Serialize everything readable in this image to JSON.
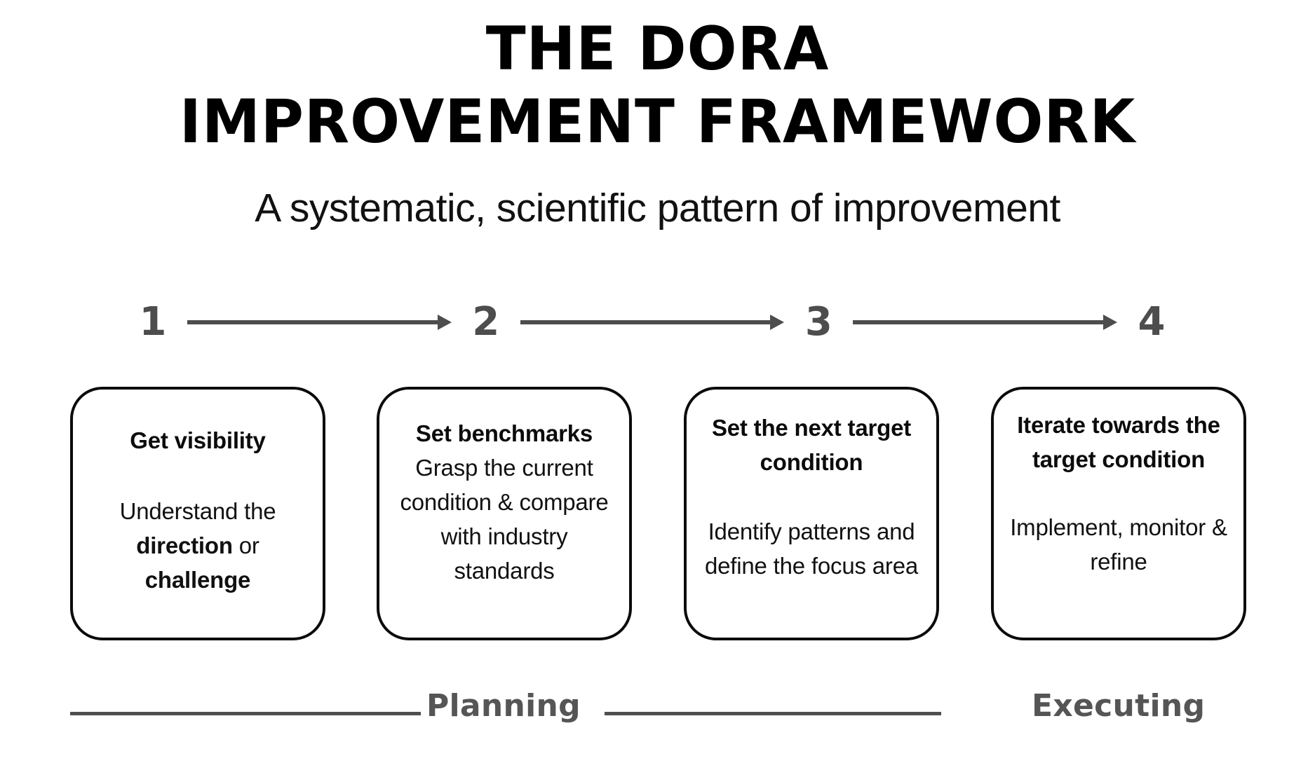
{
  "title": {
    "line1": "THE DORA",
    "line2": "IMPROVEMENT FRAMEWORK"
  },
  "subtitle": "A systematic, scientific pattern of improvement",
  "colors": {
    "background": "#ffffff",
    "title_text": "#000000",
    "body_text": "#111111",
    "card_border": "#0b0b0b",
    "step_accent": "#4d4d4d",
    "phase_accent": "#555555"
  },
  "steps": [
    {
      "number": "1"
    },
    {
      "number": "2"
    },
    {
      "number": "3"
    },
    {
      "number": "4"
    }
  ],
  "cards": [
    {
      "heading": "Get visibility",
      "body_html": "Understand the <b>direction</b> or <b>challenge</b>",
      "body_plain": "Understand the direction or challenge"
    },
    {
      "heading": "Set benchmarks",
      "body_html": "Grasp the current condition &amp; compare with industry standards",
      "body_plain": "Grasp the current condition & compare with industry standards"
    },
    {
      "heading": "Set the next target condition",
      "body_html": "Identify patterns and define the focus area",
      "body_plain": "Identify patterns and define the focus area"
    },
    {
      "heading": "Iterate towards the target condition",
      "body_html": "Implement, monitor &amp; refine",
      "body_plain": "Implement, monitor & refine"
    }
  ],
  "phases": {
    "planning": "Planning",
    "executing": "Executing"
  }
}
